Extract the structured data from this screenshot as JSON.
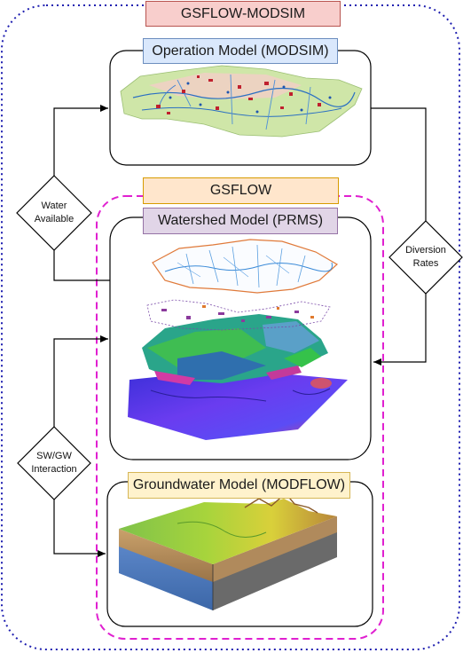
{
  "titles": {
    "outer": "GSFLOW-MODSIM",
    "operation": "Operation Model (MODSIM)",
    "gsflow": "GSFLOW",
    "watershed": "Watershed Model (PRMS)",
    "groundwater": "Groundwater Model (MODFLOW)"
  },
  "decisions": {
    "water_available": [
      "Water",
      "Available"
    ],
    "diversion_rates": [
      "Diversion",
      "Rates"
    ],
    "sw_gw": [
      "SW/GW",
      "Interaction"
    ]
  },
  "colors": {
    "outer_border": "#1f1fb0",
    "gsflow_border": "#e020d0",
    "outer_title_fill": "#f8cecc",
    "outer_title_stroke": "#b85450",
    "operation_title_fill": "#dae8fc",
    "operation_title_stroke": "#6c8ebf",
    "gsflow_title_fill": "#ffe6cc",
    "gsflow_title_stroke": "#d79b00",
    "watershed_title_fill": "#e1d5e7",
    "watershed_title_stroke": "#9673a6",
    "groundwater_title_fill": "#fff2cc",
    "groundwater_title_stroke": "#d6b656"
  }
}
